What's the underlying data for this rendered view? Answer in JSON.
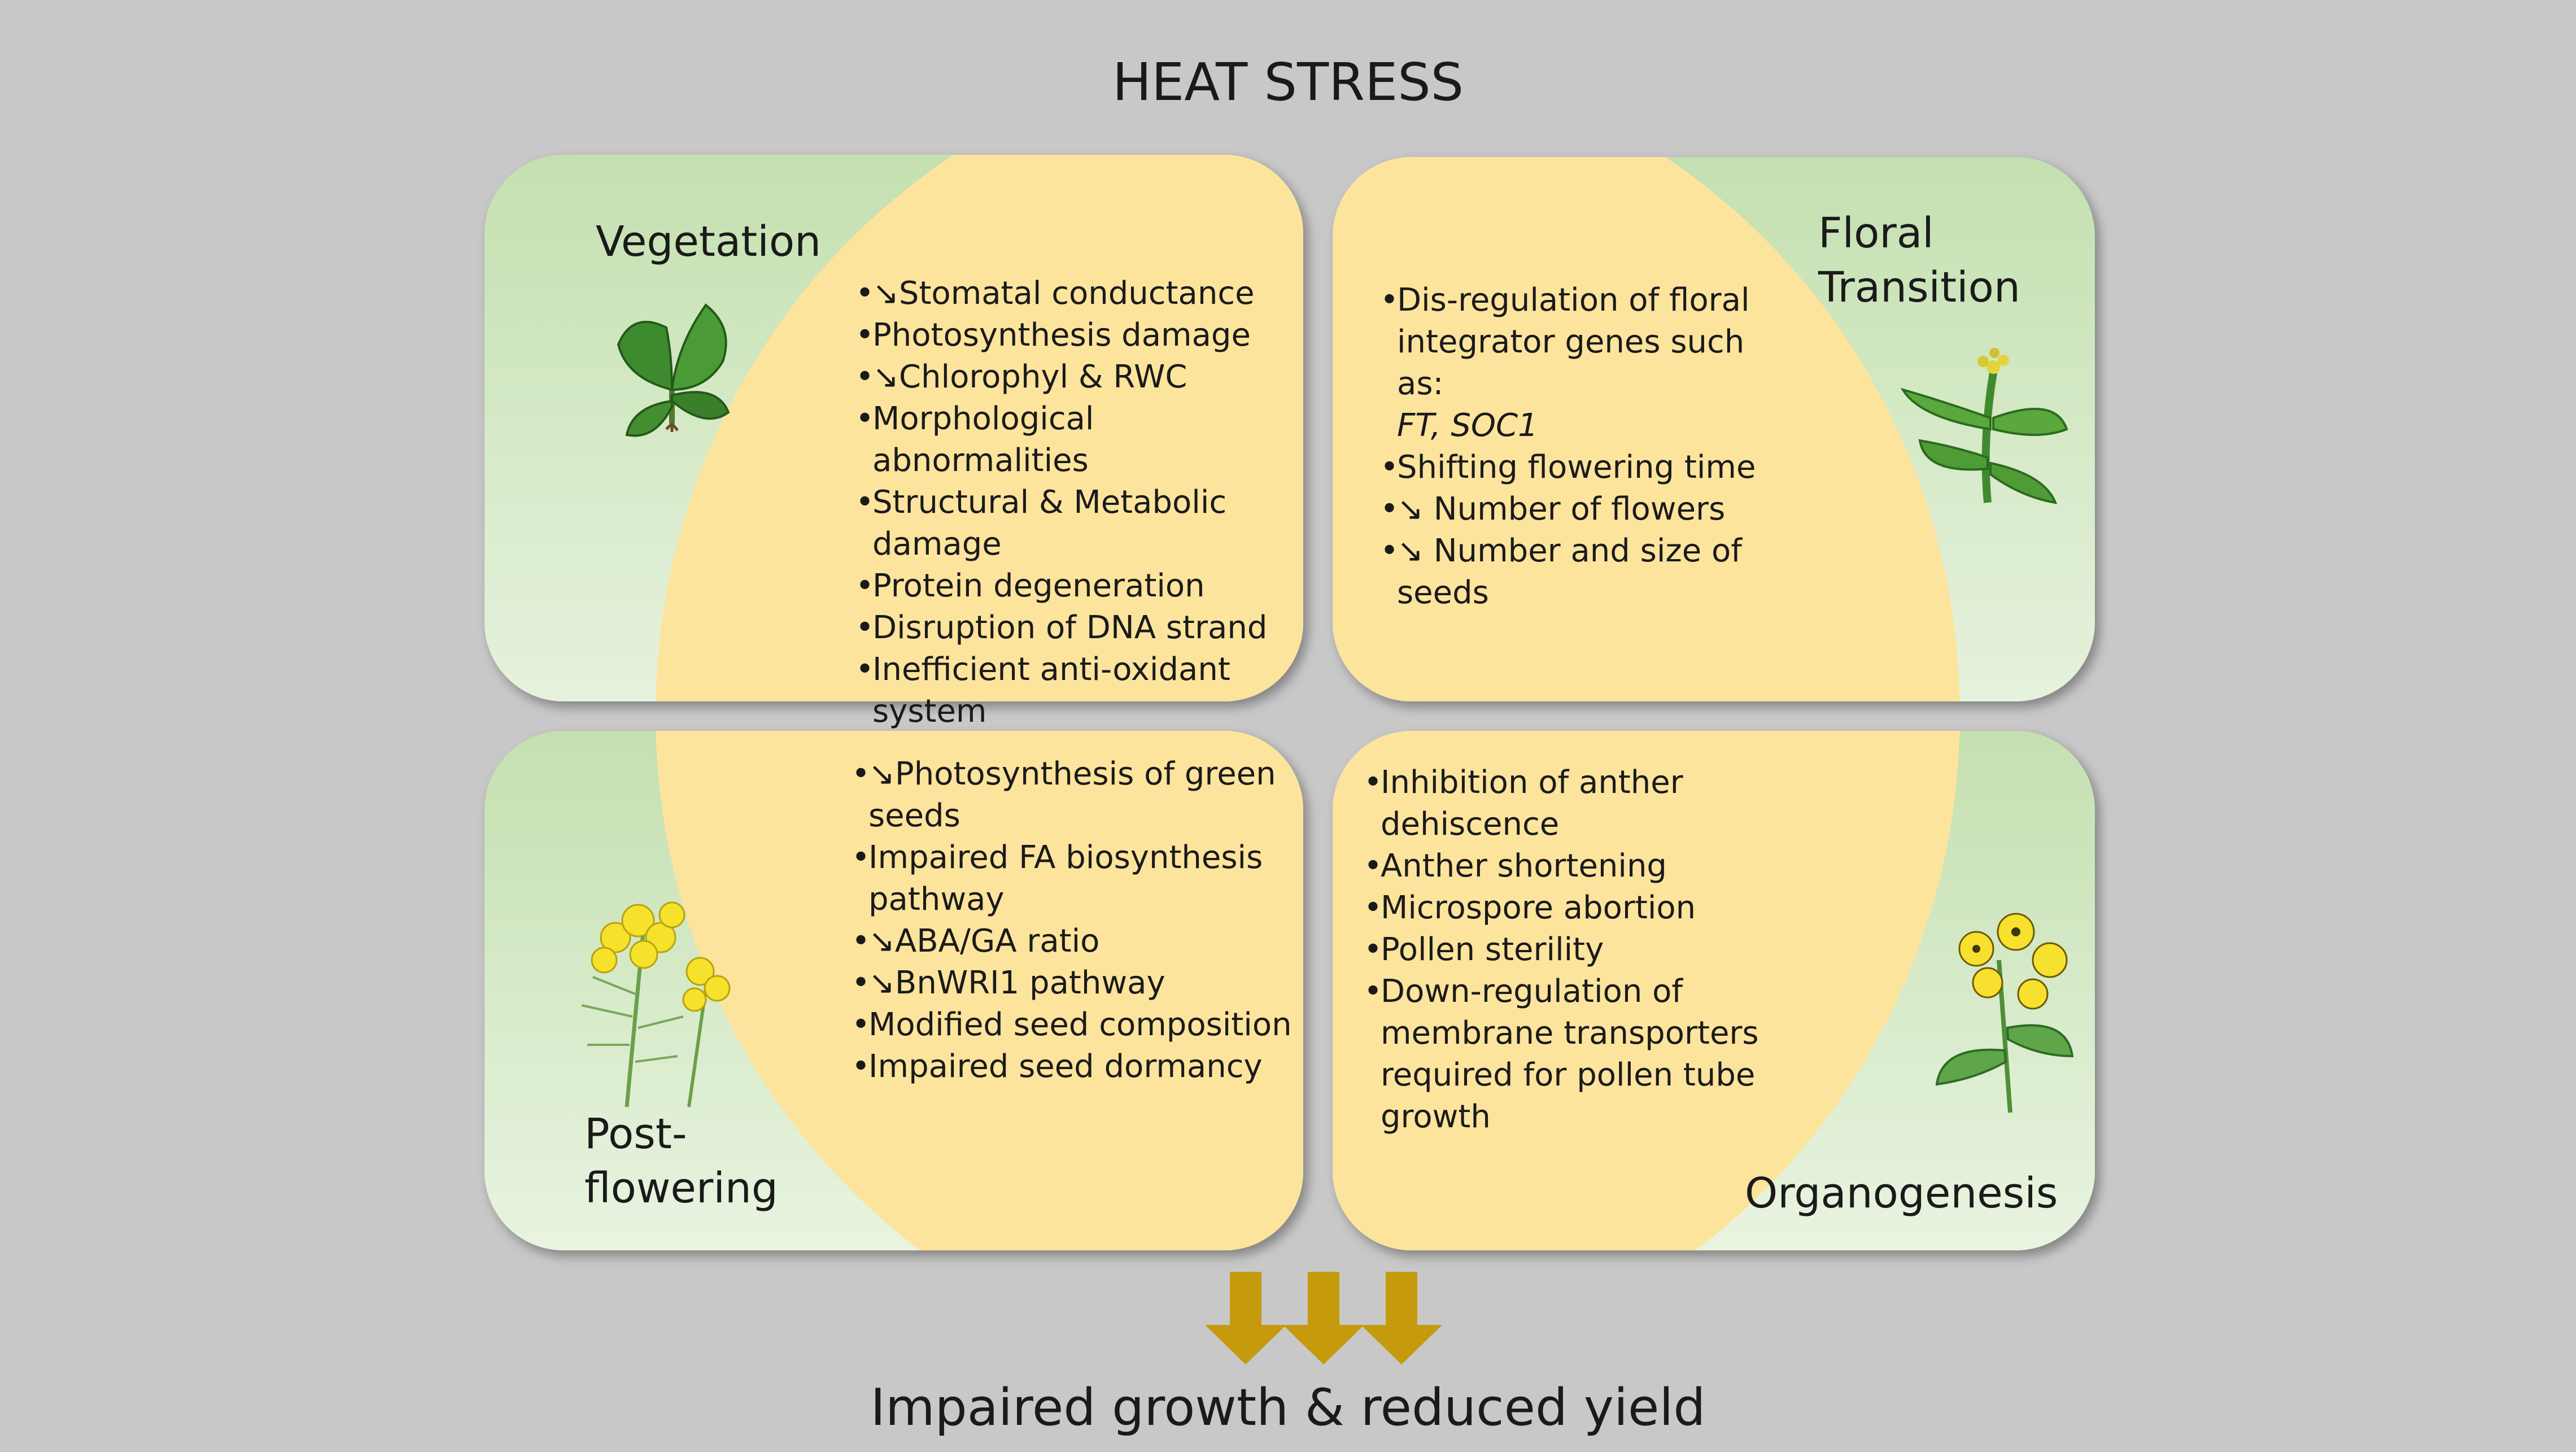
{
  "title": "HEAT STRESS",
  "footer": "Impaired growth & reduced yield",
  "colors": {
    "background": "#c8c8c8",
    "panel_green": "#c9e3b6",
    "panel_green_light": "#eaf4e2",
    "circle_yellow": "#fde49d",
    "arrow_gold": "#c59a0c"
  },
  "icons": {
    "vegetation": "leafy-plant-icon",
    "floral_transition": "budding-plant-icon",
    "post_flowering": "flowering-stem-icon",
    "organogenesis": "yellow-flower-icon",
    "arrows": "down-arrow-icon"
  },
  "quadrants": {
    "vegetation": {
      "name": "Vegetation",
      "items": [
        " ↘Stomatal conductance",
        "Photosynthesis damage",
        " ↘Chlorophyl & RWC",
        "Morphological abnormalities",
        "Structural & Metabolic damage",
        "Protein degeneration",
        "Disruption of DNA strand",
        "Inefficient anti-oxidant system"
      ]
    },
    "floral_transition": {
      "name": "Floral\nTransition",
      "items": [
        "Dis-regulation of floral integrator genes such as:",
        "Shifting flowering time",
        "↘ Number of flowers",
        "↘ Number and size of seeds"
      ],
      "genes": "FT, SOC1"
    },
    "post_flowering": {
      "name": "Post-\nflowering",
      "items": [
        "↘Photosynthesis of green seeds",
        "Impaired FA biosynthesis pathway",
        "↘ABA/GA ratio",
        "↘BnWRI1 pathway",
        "Modified seed composition",
        "Impaired seed dormancy"
      ]
    },
    "organogenesis": {
      "name": "Organogenesis",
      "items": [
        "Inhibition of anther dehiscence",
        "Anther shortening",
        "Microspore abortion",
        "Pollen sterility",
        "Down-regulation of membrane transporters required for pollen tube growth"
      ]
    }
  }
}
